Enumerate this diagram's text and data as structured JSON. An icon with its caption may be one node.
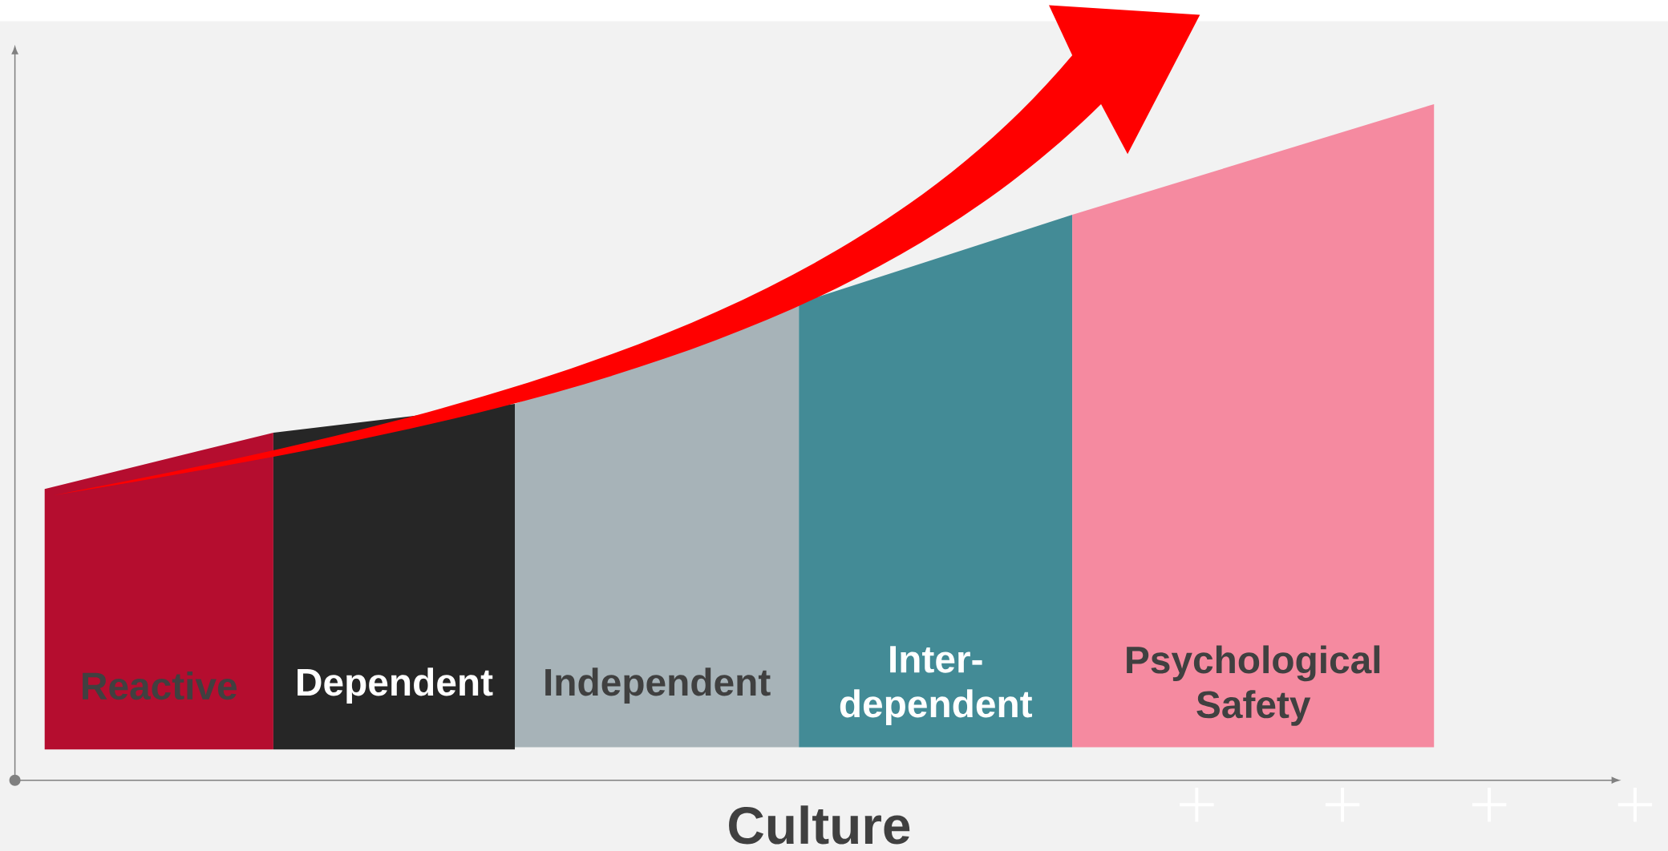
{
  "diagram": {
    "nodes": [
      {
        "text": [
          "Reactive"
        ]
      },
      {
        "text": [
          "Dependent"
        ]
      },
      {
        "text": [
          "Independent"
        ]
      },
      {
        "text": [
          "Inter-dependent"
        ]
      },
      {
        "text": [
          "Psychological Safety"
        ]
      }
    ],
    "labels": [
      "Culture"
    ]
  }
}
